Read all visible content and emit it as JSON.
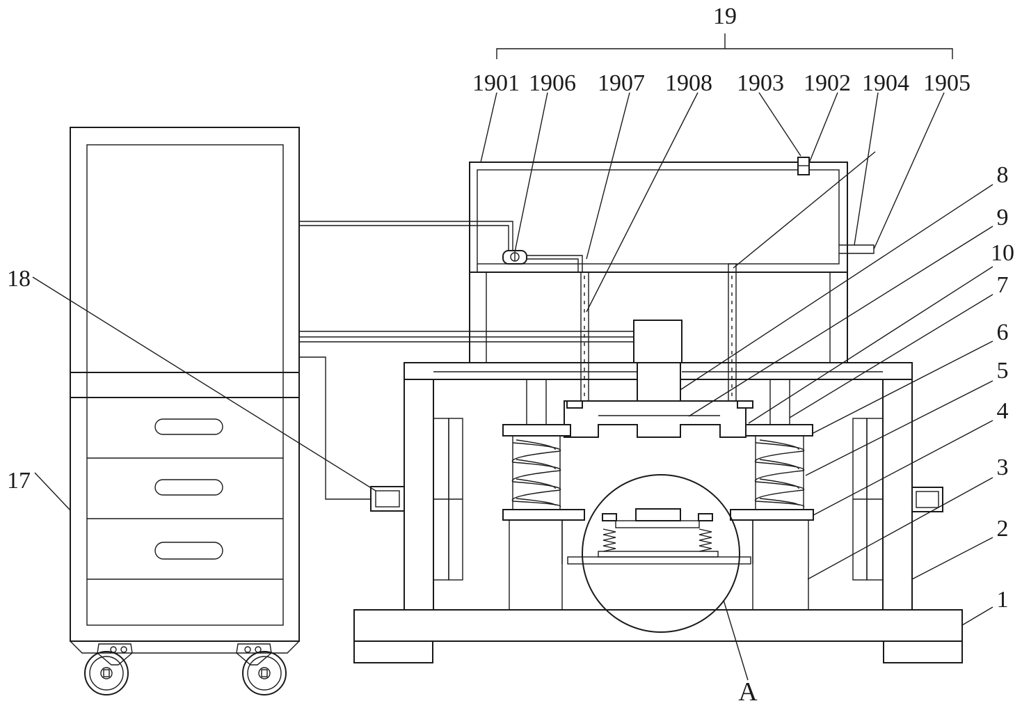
{
  "labels": {
    "group": "19",
    "l1901": "1901",
    "l1906": "1906",
    "l1907": "1907",
    "l1908": "1908",
    "l1903": "1903",
    "l1902": "1902",
    "l1904": "1904",
    "l1905": "1905",
    "l8": "8",
    "l9": "9",
    "l10": "10",
    "l7": "7",
    "l6": "6",
    "l5": "5",
    "l4": "4",
    "l3": "3",
    "l2": "2",
    "l1": "1",
    "l18": "18",
    "l17": "17",
    "lA": "A"
  }
}
